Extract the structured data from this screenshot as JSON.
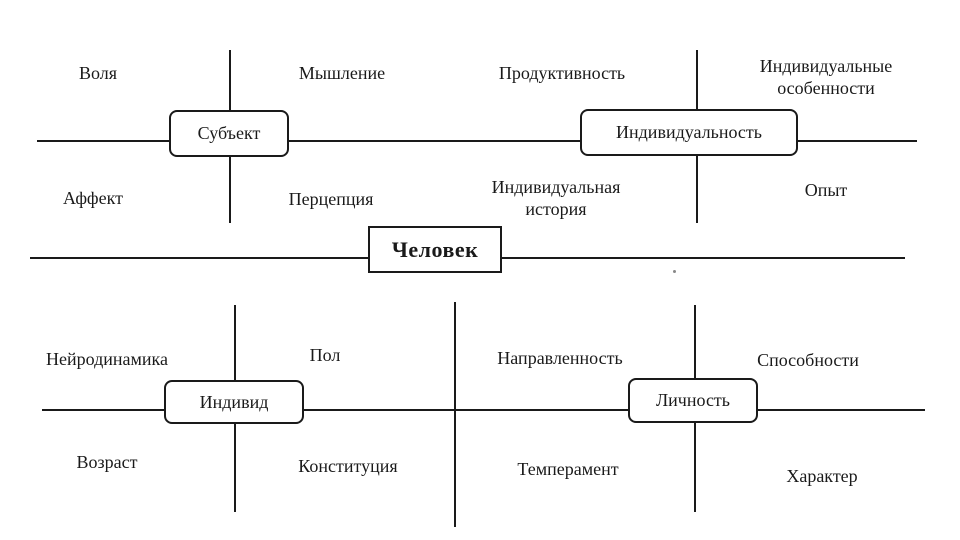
{
  "center": {
    "label": "Человек"
  },
  "top_left": {
    "hub": "Субъект",
    "quadrants": {
      "tl": "Воля",
      "tr": "Мышление",
      "bl": "Аффект",
      "br": "Перцепция"
    }
  },
  "top_right": {
    "hub": "Индивидуальность",
    "quadrants": {
      "tl": "Продуктивность",
      "tr": "Индивидуальные особенности",
      "bl": "Индивидуальная история",
      "br": "Опыт"
    }
  },
  "bottom_left": {
    "hub": "Индивид",
    "quadrants": {
      "tl": "Нейродинамика",
      "tr": "Пол",
      "bl": "Возраст",
      "br": "Конституция"
    }
  },
  "bottom_right": {
    "hub": "Личность",
    "quadrants": {
      "tl": "Направленность",
      "tr": "Способности",
      "bl": "Темперамент",
      "br": "Характер"
    }
  }
}
